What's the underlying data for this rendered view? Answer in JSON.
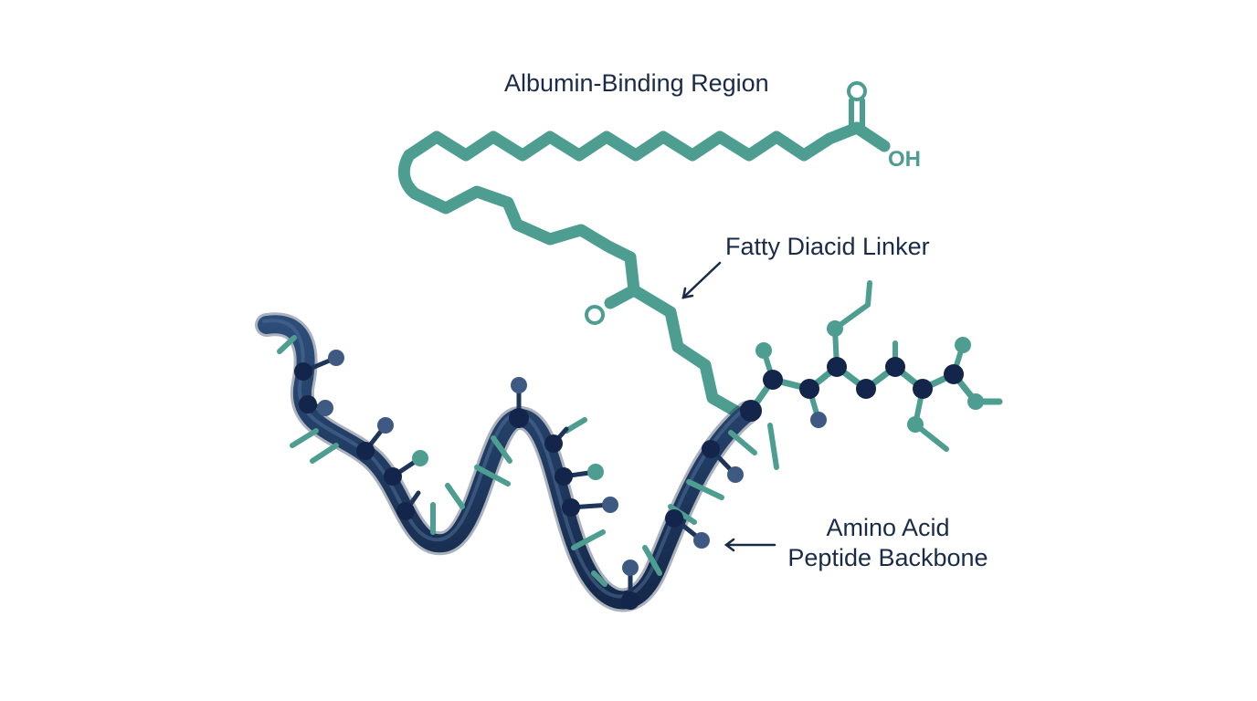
{
  "labels": {
    "albumin_region": "Albumin-Binding Region",
    "fatty_linker": "Fatty Diacid Linker",
    "backbone_line1": "Amino Acid",
    "backbone_line2": "Peptide Backbone"
  },
  "atoms": {
    "hydroxyl": "OH",
    "carbonyl_oxygen": "O",
    "acid_oxygen": "O"
  },
  "colors": {
    "teal": "#4d9e90",
    "navy": "#1c3558",
    "dark_node": "#13254a",
    "mid_node": "#3f5a82",
    "text": "#1a2b48"
  }
}
